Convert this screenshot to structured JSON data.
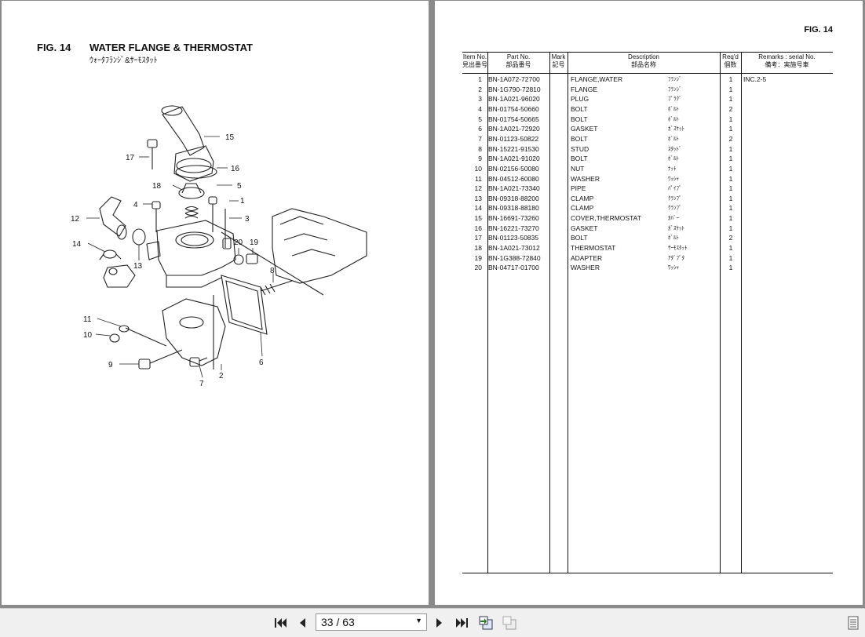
{
  "left": {
    "fig_no": "FIG. 14",
    "title": "WATER FLANGE & THERMOSTAT",
    "subtitle": "ｳｫｰﾀﾌﾗﾝｼﾞ&ｻｰﾓｽﾀｯﾄ",
    "callouts": [
      "15",
      "17",
      "16",
      "18",
      "5",
      "4",
      "1",
      "12",
      "3",
      "20",
      "19",
      "14",
      "13",
      "8",
      "11",
      "10",
      "6",
      "9",
      "7",
      "2"
    ]
  },
  "right": {
    "fig_no": "FIG. 14",
    "headers": {
      "item_no": "Item No.",
      "item_no_jp": "見出番号",
      "part_no": "Part No.",
      "part_no_jp": "部品番号",
      "mark": "Mark",
      "mark_jp": "記号",
      "desc": "Description",
      "desc_jp": "部品名称",
      "reqd": "Req'd",
      "reqd_jp": "個数",
      "remarks": "Remarks : serial No.",
      "remarks_jp": "備考：実施号車"
    },
    "rows": [
      {
        "no": "1",
        "part": "BN-1A072-72700",
        "desc": "FLANGE,WATER",
        "jp": "ﾌﾗﾝｼﾞ",
        "qty": "1",
        "rem": "INC.2-5"
      },
      {
        "no": "2",
        "part": "BN-1G790-72810",
        "desc": "FLANGE",
        "jp": "ﾌﾗﾝｼﾞ",
        "qty": "1",
        "rem": ""
      },
      {
        "no": "3",
        "part": "BN-1A021-96020",
        "desc": "PLUG",
        "jp": "ﾌﾟﾗｸﾞ",
        "qty": "1",
        "rem": ""
      },
      {
        "no": "4",
        "part": "BN-01754-50660",
        "desc": "BOLT",
        "jp": "ﾎﾞﾙﾄ",
        "qty": "2",
        "rem": ""
      },
      {
        "no": "5",
        "part": "BN-01754-50665",
        "desc": "BOLT",
        "jp": "ﾎﾞﾙﾄ",
        "qty": "1",
        "rem": ""
      },
      {
        "no": "6",
        "part": "BN-1A021-72920",
        "desc": "GASKET",
        "jp": "ｶﾞｽｹｯﾄ",
        "qty": "1",
        "rem": ""
      },
      {
        "no": "7",
        "part": "BN-01123-50822",
        "desc": "BOLT",
        "jp": "ﾎﾞﾙﾄ",
        "qty": "2",
        "rem": ""
      },
      {
        "no": "8",
        "part": "BN-15221-91530",
        "desc": "STUD",
        "jp": "ｽﾀｯﾄﾞ",
        "qty": "1",
        "rem": ""
      },
      {
        "no": "9",
        "part": "BN-1A021-91020",
        "desc": "BOLT",
        "jp": "ﾎﾞﾙﾄ",
        "qty": "1",
        "rem": ""
      },
      {
        "no": "10",
        "part": "BN-02156-50080",
        "desc": "NUT",
        "jp": "ﾅｯﾄ",
        "qty": "1",
        "rem": ""
      },
      {
        "no": "11",
        "part": "BN-04512-60080",
        "desc": "WASHER",
        "jp": "ﾜｯｼｬ",
        "qty": "1",
        "rem": ""
      },
      {
        "no": "12",
        "part": "BN-1A021-73340",
        "desc": "PIPE",
        "jp": "ﾊﾟｲﾌﾟ",
        "qty": "1",
        "rem": ""
      },
      {
        "no": "13",
        "part": "BN-09318-88200",
        "desc": "CLAMP",
        "jp": "ｸﾗﾝﾌﾟ",
        "qty": "1",
        "rem": ""
      },
      {
        "no": "14",
        "part": "BN-09318-88180",
        "desc": "CLAMP",
        "jp": "ｸﾗﾝﾌﾟ",
        "qty": "1",
        "rem": ""
      },
      {
        "no": "15",
        "part": "BN-16691-73260",
        "desc": "COVER,THERMOSTAT",
        "jp": "ｶﾊﾞｰ",
        "qty": "1",
        "rem": ""
      },
      {
        "no": "16",
        "part": "BN-16221-73270",
        "desc": "GASKET",
        "jp": "ｶﾞｽｹｯﾄ",
        "qty": "1",
        "rem": ""
      },
      {
        "no": "17",
        "part": "BN-01123-50835",
        "desc": "BOLT",
        "jp": "ﾎﾞﾙﾄ",
        "qty": "2",
        "rem": ""
      },
      {
        "no": "18",
        "part": "BN-1A021-73012",
        "desc": "THERMOSTAT",
        "jp": "ｻｰﾓｽﾀｯﾄ",
        "qty": "1",
        "rem": ""
      },
      {
        "no": "19",
        "part": "BN-1G388-72840",
        "desc": "ADAPTER",
        "jp": "ｱﾀﾞﾌﾟﾀ",
        "qty": "1",
        "rem": ""
      },
      {
        "no": "20",
        "part": "BN-04717-01700",
        "desc": "WASHER",
        "jp": "ﾜｯｼｬ",
        "qty": "1",
        "rem": ""
      }
    ]
  },
  "toolbar": {
    "page_value": "33 / 63"
  }
}
